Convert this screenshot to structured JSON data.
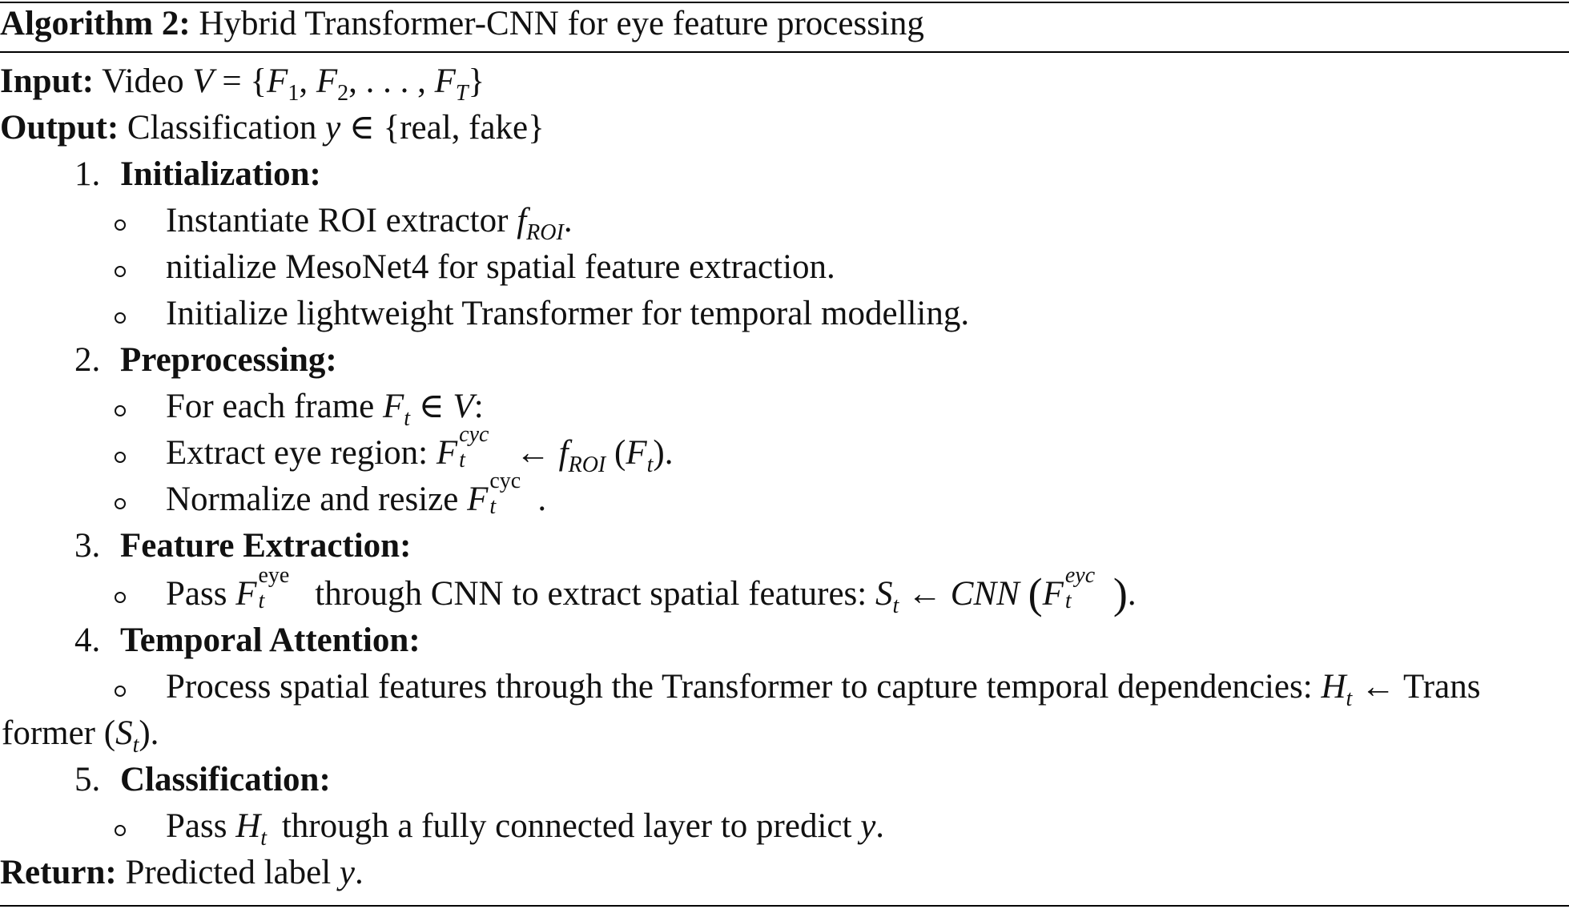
{
  "header": {
    "label": "Algorithm 2:",
    "title": "Hybrid Transformer-CNN for eye feature processing"
  },
  "io": {
    "input_label": "Input:",
    "input_text": "Video",
    "output_label": "Output:",
    "output_text": "Classification",
    "output_set": "{real, fake}"
  },
  "steps": [
    {
      "number": "1.",
      "title": "Initialization:"
    },
    {
      "number": "2.",
      "title": "Preprocessing:"
    },
    {
      "number": "3.",
      "title": "Feature Extraction:"
    },
    {
      "number": "4.",
      "title": "Temporal Attention:"
    },
    {
      "number": "5.",
      "title": "Classification:"
    }
  ],
  "bullets": {
    "init_1": "Instantiate ROI extractor",
    "init_2": "nitialize MesoNet4 for spatial feature extraction.",
    "init_3": "Initialize lightweight Transformer for temporal modelling.",
    "pre_1": "For each frame",
    "pre_2": "Extract eye region:",
    "pre_3": "Normalize and resize",
    "feat_1a": "Pass",
    "feat_1b": "through CNN to extract spatial features:",
    "temp_1": "Process spatial features through the Transformer to capture temporal dependencies:",
    "temp_1_wrap_a": "Trans",
    "temp_1_wrap_b": "former",
    "class_1a": "Pass",
    "class_1b": "through a fully connected layer to predict"
  },
  "math": {
    "cyc": "cyc",
    "eye": "eye",
    "eyc": "eyc",
    "roi": "ROI",
    "cnn": "CNN"
  },
  "footer": {
    "return_label": "Return:",
    "return_text": "Predicted label"
  }
}
